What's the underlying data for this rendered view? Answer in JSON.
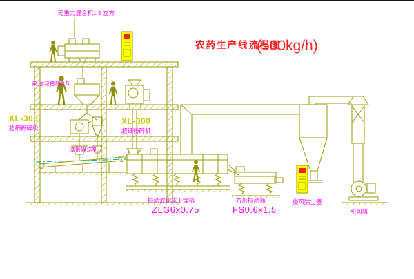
{
  "title": {
    "text": "农药生产线流程图",
    "capacity": "(500kg/h)"
  },
  "labels": {
    "top_mixer": "无重力混合机1.5 立方",
    "high_speed_mixer": "高速混合机3.5",
    "left_mill_model": "XL-300",
    "left_mill_name": "超细粉碎机",
    "center_mill_model": "XL-300",
    "center_mill_name": "超细粉碎机",
    "belt_conveyor": "皮带输送机",
    "dryer_name": "振动流化床干燥机",
    "dryer_model": "ZLG6x0.75",
    "screen_name": "方形振动筛",
    "screen_model": "FS0.6x1.5",
    "cyclone_name": "旋风除尘器",
    "fan_name": "引风机"
  },
  "colors": {
    "line": "#9a9a00",
    "figure": "#8f8f00",
    "label": "#ff00ff",
    "title": "#ff1f1f",
    "model_text": "#c9c900",
    "panel_fill": "#ffff00",
    "panel_mark": "#ff2020",
    "centerline": "#00b2b2",
    "background": "#ffffff"
  }
}
